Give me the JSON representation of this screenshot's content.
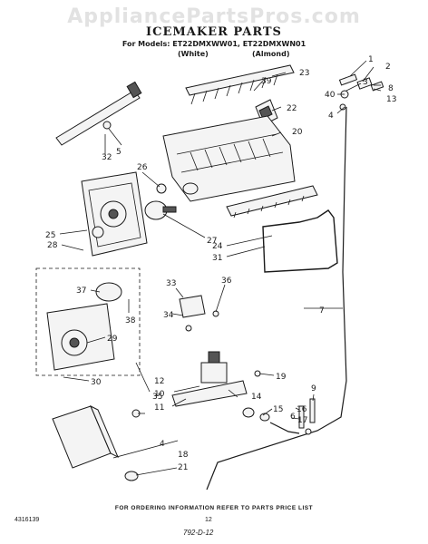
{
  "watermark": "AppliancePartsPros.com",
  "title": "ICEMAKER PARTS",
  "models_line": "For Models: ET22DMXWW01, ET22DMXWN01",
  "color_white": "(White)",
  "color_almond": "(Almond)",
  "footer_note": "FOR ORDERING INFORMATION REFER TO PARTS PRICE LIST",
  "doc_number": "4316139",
  "page_number": "12",
  "handwritten_note": "792-D-12",
  "callouts": [
    "1",
    "2",
    "3",
    "4",
    "5",
    "6",
    "7",
    "8",
    "9",
    "10",
    "11",
    "12",
    "13",
    "14",
    "15",
    "16",
    "17",
    "18",
    "19",
    "20",
    "21",
    "22",
    "23",
    "24",
    "25",
    "26",
    "27",
    "28",
    "29",
    "30",
    "31",
    "32",
    "33",
    "34",
    "35",
    "36",
    "37",
    "38",
    "39",
    "40"
  ]
}
